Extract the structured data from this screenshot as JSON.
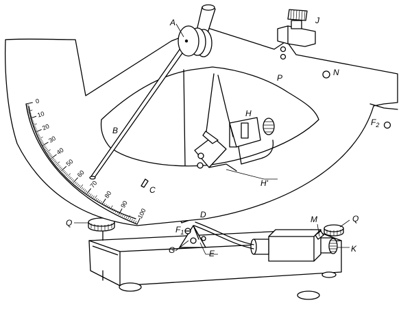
{
  "labels": {
    "A": "A",
    "B": "B",
    "C": "C",
    "D": "D",
    "E": "E",
    "F1": "F",
    "F1_sub": "1",
    "F2": "F",
    "F2_sub": "2",
    "G": "G",
    "H": "H",
    "H_prime": "H'",
    "J": "J",
    "K": "K",
    "M": "M",
    "N": "N",
    "P": "P",
    "Q_left": "Q",
    "Q_right": "Q"
  },
  "scale": {
    "ticks": [
      "0",
      "10",
      "20",
      "30",
      "40",
      "50",
      "60",
      "70",
      "80",
      "90",
      "100"
    ]
  }
}
